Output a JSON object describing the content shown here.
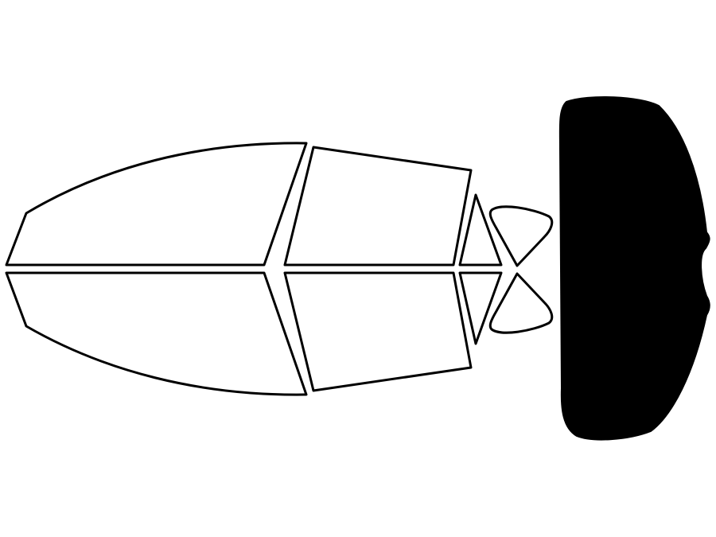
{
  "diagram": {
    "kind": "vehicle window film template",
    "shapes": [
      {
        "name": "front-left-window-shape",
        "selected": false
      },
      {
        "name": "rear-left-window-shape",
        "selected": false
      },
      {
        "name": "front-right-window-shape",
        "selected": false
      },
      {
        "name": "rear-right-window-shape",
        "selected": false
      },
      {
        "name": "rear-left-quarter-glass-shape",
        "selected": false
      },
      {
        "name": "rear-right-quarter-glass-shape",
        "selected": false
      },
      {
        "name": "left-vent-glass-shape",
        "selected": false
      },
      {
        "name": "right-vent-glass-shape",
        "selected": false
      },
      {
        "name": "rear-windshield-shape",
        "selected": true
      }
    ],
    "colors": {
      "outline": "#000000",
      "unselected_fill": "#ffffff",
      "selected_fill": "#000000",
      "background": "#ffffff"
    }
  }
}
